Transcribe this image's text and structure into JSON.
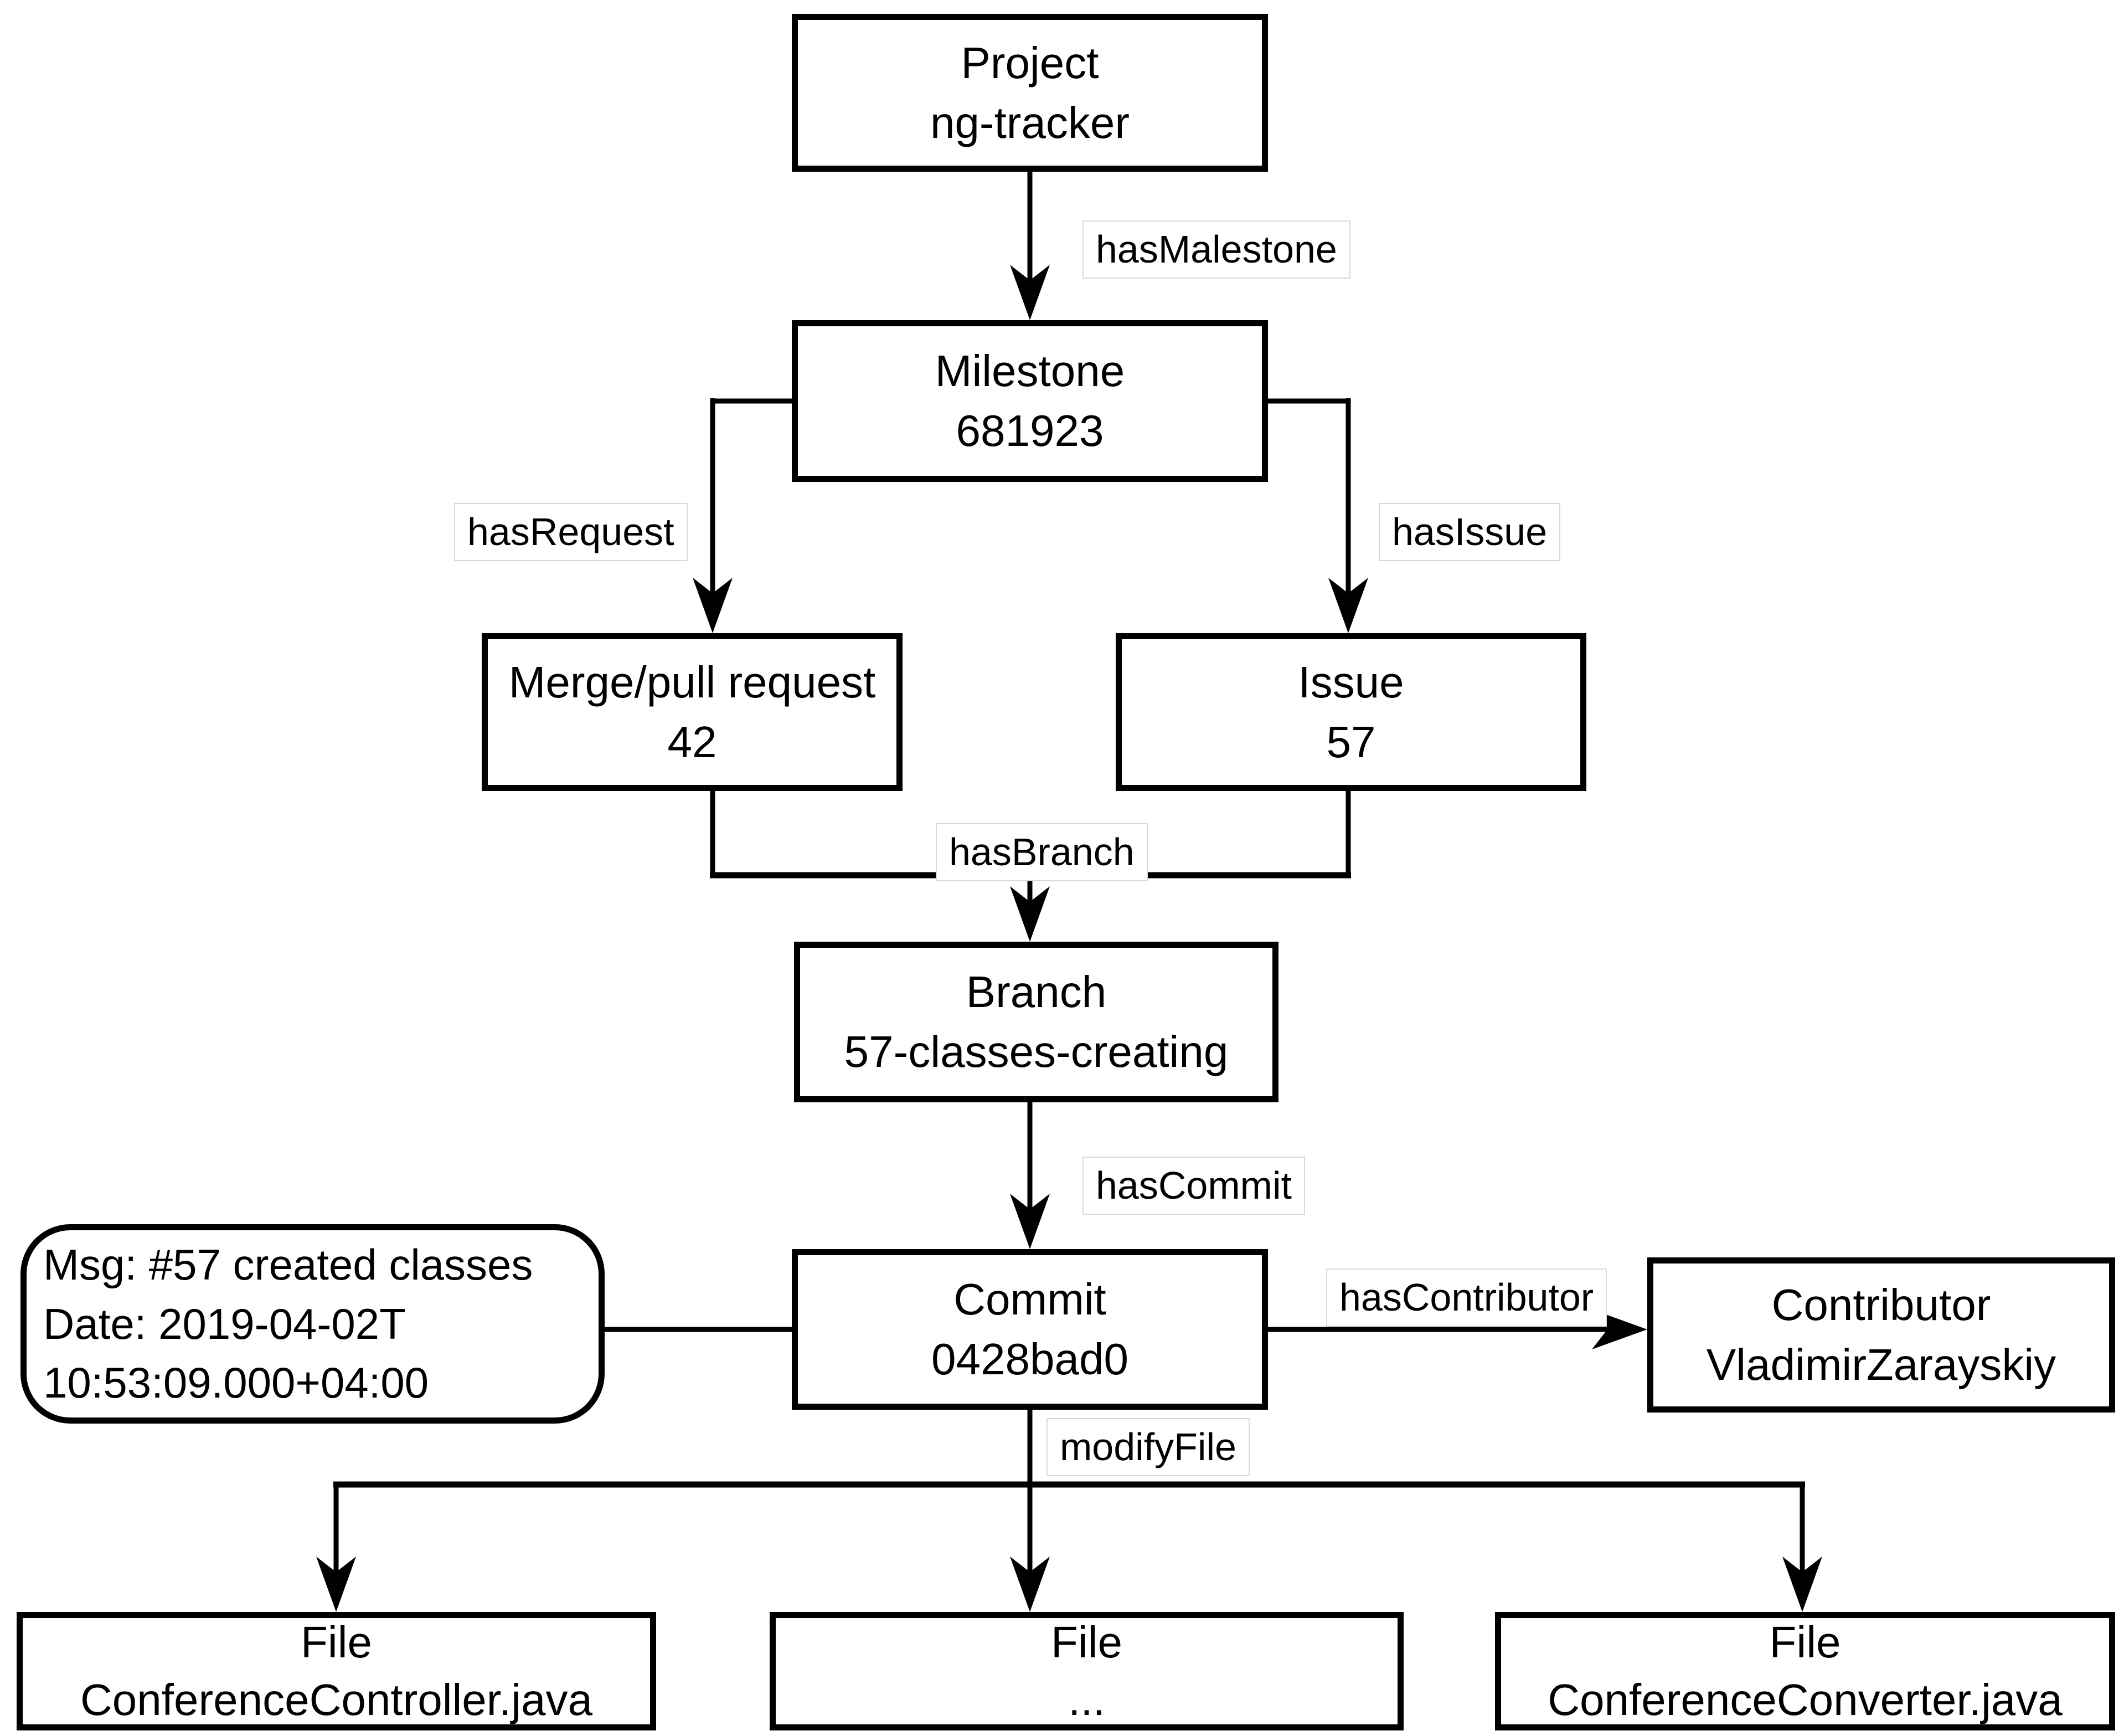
{
  "diagram": {
    "title": "ng-tracker ontology individuals graph",
    "colors": {
      "line": "#000000",
      "node_background": "#ffffff",
      "node_border": "#000000",
      "label_background": "#ffffff",
      "label_border": "#d9d9d9",
      "text": "#000000"
    },
    "nodes": {
      "project": {
        "line1": "Project",
        "line2": "ng-tracker"
      },
      "milestone": {
        "line1": "Milestone",
        "line2": "681923"
      },
      "merge_request": {
        "line1": "Merge/pull request",
        "line2": "42"
      },
      "issue": {
        "line1": "Issue",
        "line2": "57"
      },
      "branch": {
        "line1": "Branch",
        "line2": "57-classes-creating"
      },
      "commit": {
        "line1": "Commit",
        "line2": "0428bad0"
      },
      "commit_message": {
        "line1": "Msg: #57 created classes",
        "line2": "Date: 2019-04-02T",
        "line3": "10:53:09.000+04:00"
      },
      "contributor": {
        "line1": "Contributor",
        "line2": "VladimirZarayskiy"
      },
      "file_controller": {
        "line1": "File",
        "line2": "ConferenceController.java"
      },
      "file_ellipsis": {
        "line1": "File",
        "line2": "..."
      },
      "file_converter": {
        "line1": "File",
        "line2": "ConferenceConverter.java"
      }
    },
    "edges": {
      "has_milestone": "hasMalestone",
      "has_request": "hasRequest",
      "has_issue": "hasIssue",
      "has_branch": "hasBranch",
      "has_commit": "hasCommit",
      "has_contributor": "hasContributor",
      "modify_file": "modifyFile"
    }
  }
}
